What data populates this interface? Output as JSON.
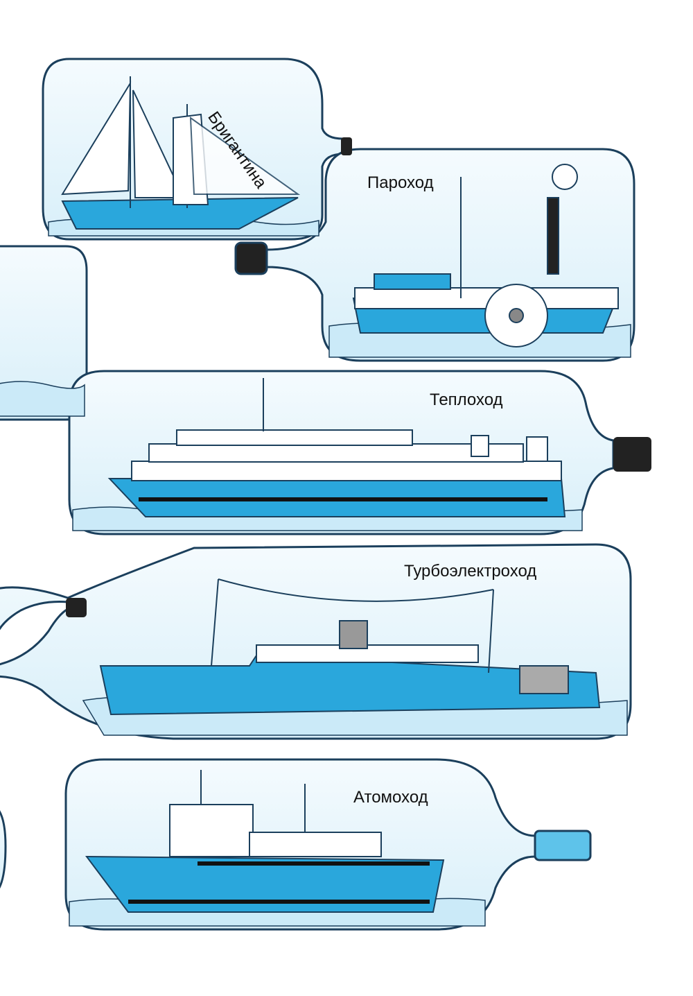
{
  "labels": {
    "brigantine": "Бригантина",
    "steamship": "Пароход",
    "motorship": "Теплоход",
    "turboelectric": "Турбоэлектроход",
    "nuclear": "Атомоход"
  },
  "colors": {
    "hull_blue": "#2aa7dc",
    "glass": "#e6f5fc",
    "outline": "#1b3f5c",
    "cork_dark": "#222222",
    "cork_light": "#5ec3ea"
  }
}
